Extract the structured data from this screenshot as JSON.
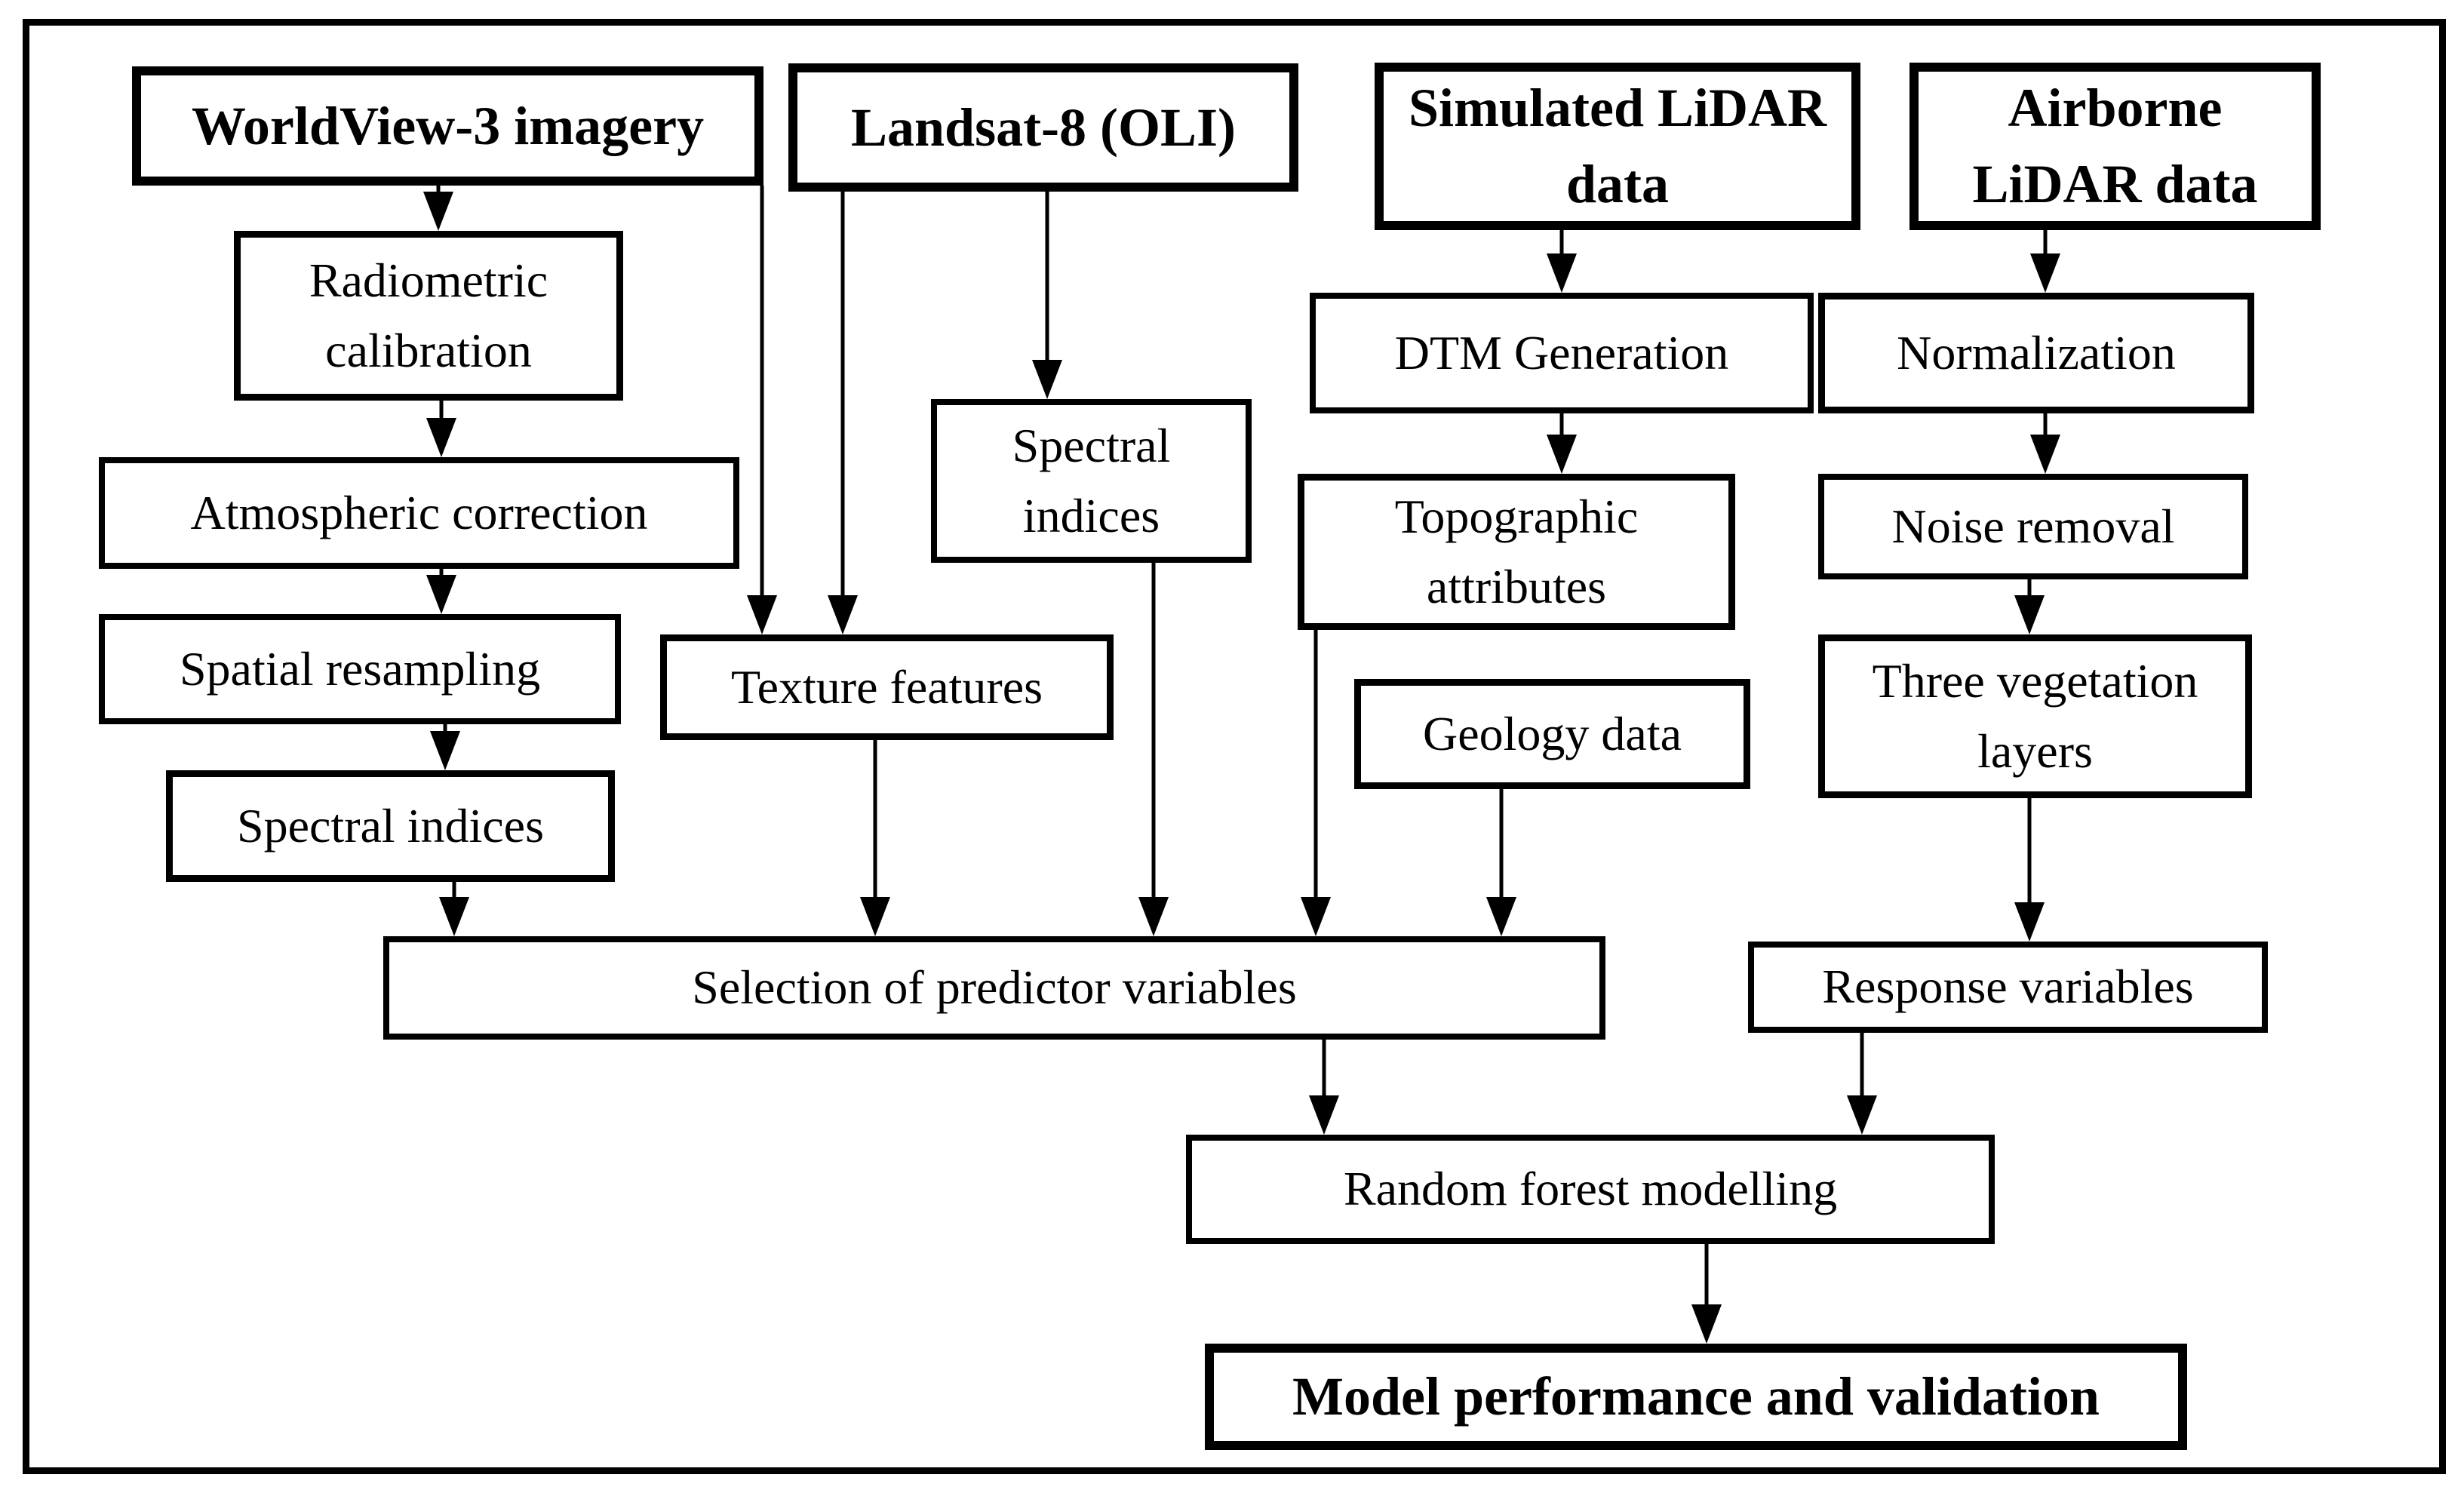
{
  "figure": {
    "type": "flowchart",
    "description": "Workflow diagram for random forest modelling of forest attributes from WorldView-3, Landsat-8 and LiDAR data"
  },
  "colors": {
    "ink": "#000000",
    "background": "#ffffff"
  },
  "nodes": {
    "worldview3": {
      "label": "WorldView-3 imagery"
    },
    "landsat8": {
      "label": "Landsat-8 (OLI)"
    },
    "simulated_lidar": {
      "label": "Simulated LiDAR data"
    },
    "airborne_lidar": {
      "label": "Airborne LiDAR data"
    },
    "radiometric_calibration": {
      "label": "Radiometric calibration"
    },
    "atmospheric_correction": {
      "label": "Atmospheric correction"
    },
    "spatial_resampling": {
      "label": "Spatial resampling"
    },
    "spectral_indices_wv3": {
      "label": "Spectral indices"
    },
    "texture_features": {
      "label": "Texture features"
    },
    "spectral_indices_l8": {
      "label": "Spectral indices"
    },
    "dtm_generation": {
      "label": "DTM Generation"
    },
    "topographic_attributes": {
      "label": "Topographic attributes"
    },
    "geology_data": {
      "label": "Geology data"
    },
    "normalization": {
      "label": "Normalization"
    },
    "noise_removal": {
      "label": "Noise removal"
    },
    "three_vegetation_layers": {
      "label": "Three vegetation layers"
    },
    "selection_predictor_variables": {
      "label": "Selection of predictor variables"
    },
    "response_variables": {
      "label": "Response variables"
    },
    "random_forest_modelling": {
      "label": "Random forest modelling"
    },
    "model_performance_validation": {
      "label": "Model performance and validation"
    }
  },
  "edges": [
    {
      "from": "WorldView-3 imagery",
      "to": "Radiometric calibration"
    },
    {
      "from": "Radiometric calibration",
      "to": "Atmospheric correction"
    },
    {
      "from": "Atmospheric correction",
      "to": "Spatial resampling"
    },
    {
      "from": "Spatial resampling",
      "to": "Spectral indices (WorldView-3)"
    },
    {
      "from": "Spectral indices (WorldView-3)",
      "to": "Selection of predictor variables"
    },
    {
      "from": "WorldView-3 imagery",
      "to": "Texture features"
    },
    {
      "from": "Landsat-8 (OLI)",
      "to": "Texture features"
    },
    {
      "from": "Landsat-8 (OLI)",
      "to": "Spectral indices (Landsat-8)"
    },
    {
      "from": "Spectral indices (Landsat-8)",
      "to": "Selection of predictor variables"
    },
    {
      "from": "Texture features",
      "to": "Selection of predictor variables"
    },
    {
      "from": "Topographic attributes",
      "to": "Selection of predictor variables"
    },
    {
      "from": "Geology data",
      "to": "Selection of predictor variables"
    },
    {
      "from": "Simulated LiDAR data",
      "to": "DTM Generation"
    },
    {
      "from": "DTM Generation",
      "to": "Topographic attributes"
    },
    {
      "from": "Airborne LiDAR data",
      "to": "Normalization"
    },
    {
      "from": "Normalization",
      "to": "Noise removal"
    },
    {
      "from": "Noise removal",
      "to": "Three vegetation layers"
    },
    {
      "from": "Three vegetation layers",
      "to": "Response variables"
    },
    {
      "from": "Selection of predictor variables",
      "to": "Random forest modelling"
    },
    {
      "from": "Response variables",
      "to": "Random forest modelling"
    },
    {
      "from": "Random forest modelling",
      "to": "Model performance and validation"
    }
  ]
}
